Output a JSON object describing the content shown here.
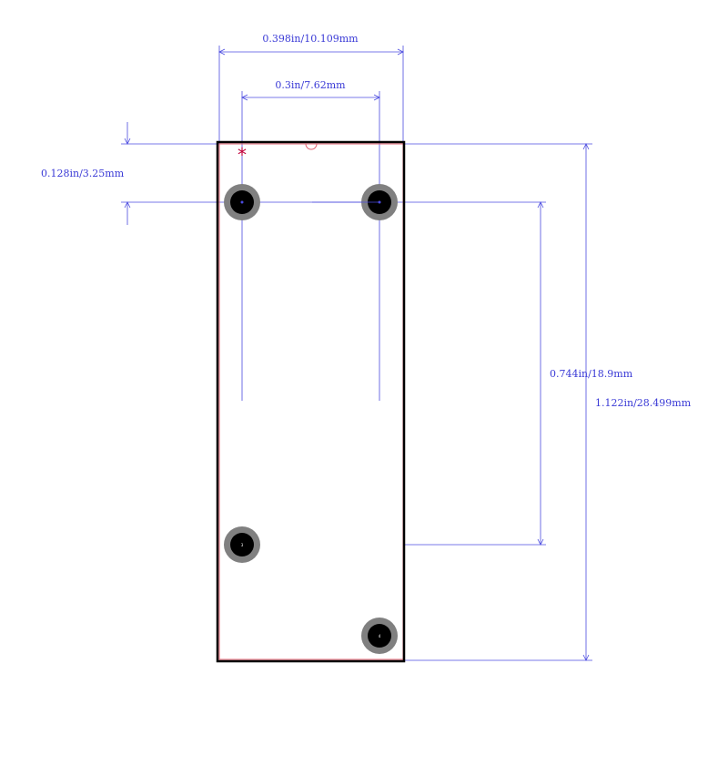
{
  "diagram": {
    "dimensions": {
      "overall_width": "0.398in/10.109mm",
      "row_spacing": "0.3in/7.62mm",
      "pin1_offset": "0.128in/3.25mm",
      "pin_span": "0.744in/18.9mm",
      "overall_length": "1.122in/28.499mm"
    },
    "pin1_marker": "*",
    "pad_labels": {
      "pad3": "3",
      "pad4": "4"
    },
    "colors": {
      "dimension": "#4b4be0",
      "outline": "#000000",
      "silkscreen": "#e06070",
      "pin1_marker": "#c0003a",
      "pad_ring": "#808080",
      "pad_hole": "#000000"
    }
  }
}
